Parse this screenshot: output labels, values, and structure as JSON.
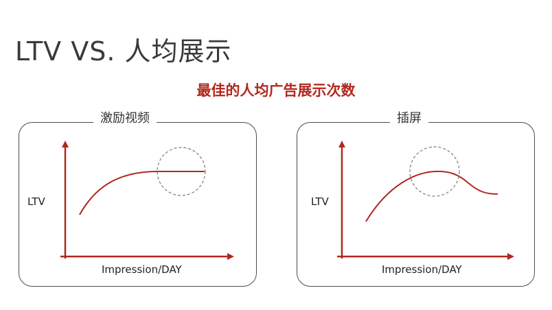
{
  "title": "LTV VS. 人均展示",
  "subtitle": "最佳的人均广告展示次数",
  "panels": [
    {
      "title": "激励视频",
      "ylabel": "LTV",
      "xlabel": "Impression/DAY",
      "curve": "plateau"
    },
    {
      "title": "插屏",
      "ylabel": "LTV",
      "xlabel": "Impression/DAY",
      "curve": "peak"
    }
  ],
  "colors": {
    "accent": "#b0281e",
    "axis": "#b0281e",
    "frame": "#4a4a4a",
    "circle": "#7a7a7a"
  }
}
